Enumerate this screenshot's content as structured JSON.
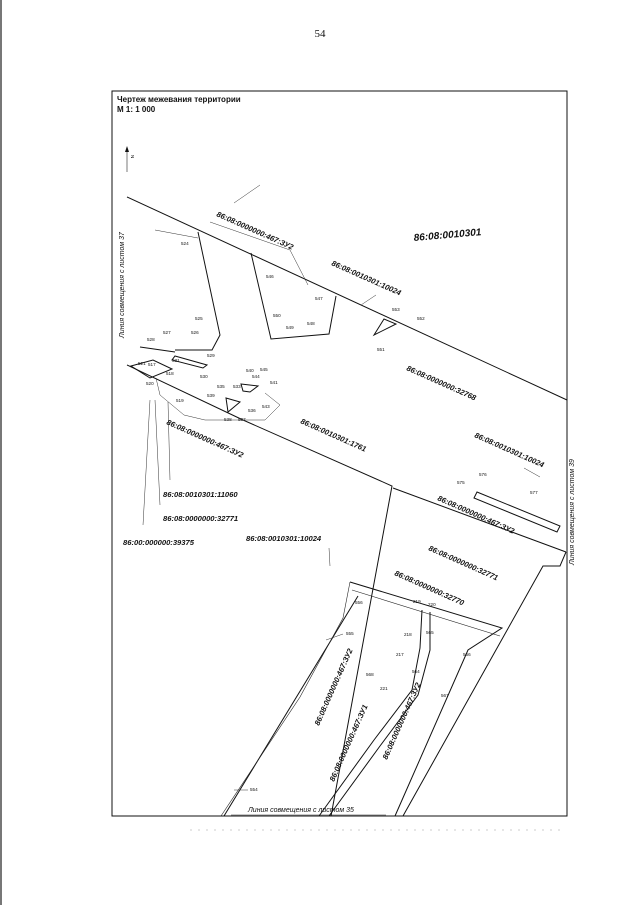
{
  "page_number": "54",
  "title": {
    "line1": "Чертеж межевания территории",
    "line2": "М 1: 1 000"
  },
  "north_label": "N",
  "side_labels": {
    "left": "Линия совмещения с листом 37",
    "right": "Линия совмещения с листом 39",
    "bottom": "Линия совмещения с листом 35"
  },
  "cadastral_labels": {
    "quarter": "86:08:0010301",
    "zu467_top": "86:08:0000000:467:ЗУ2",
    "p10024_top": "86:08:0010301:10024",
    "p32768": "86:08:0000000:32768",
    "p1761": "86:08:0010301:1761",
    "zu467_mid": "86:08:0000000:467:ЗУ2",
    "p11060": "86:08:0010301:11060",
    "p32771_left": "86:08:0000000:32771",
    "p39375": "86:00:000000:39375",
    "p10024_left": "86:08:0010301:10024",
    "p10024_right": "86:08:0010301:10024",
    "zu467_right": "86:08:0000000:467:ЗУ2",
    "p32771_right": "86:08:0000000:32771",
    "p32770": "86:08:0000000:32770",
    "zu467_lower_left": "86:08:0000000:467:ЗУ2",
    "zu1_lower": "86:08:0000000:467:ЗУ1",
    "zu467_lower_right": "86:08:0000000:467:ЗУ2"
  },
  "points": {
    "p524": "524",
    "p525": "525",
    "p526": "526",
    "p527": "527",
    "p528": "528",
    "p529": "529",
    "p530": "530",
    "p531": "531",
    "p517": "517",
    "p518": "518",
    "p519": "519",
    "p520": "520",
    "p521": "521",
    "p533": "533",
    "p535": "535",
    "p536": "536",
    "p537": "537",
    "p538": "538",
    "p539": "539",
    "p540": "540",
    "p541": "541",
    "p543": "543",
    "p544": "544",
    "p545": "545",
    "p546": "546",
    "p547": "547",
    "p548": "548",
    "p549": "549",
    "p550": "550",
    "p551": "551",
    "p552": "552",
    "p553": "553",
    "p575": "575",
    "p576": "576",
    "p577": "577",
    "p554": "554",
    "p555": "555",
    "p556": "556",
    "p217": "217",
    "p218": "218",
    "p219": "219",
    "p220": "220",
    "p221": "221",
    "p564": "564",
    "p565": "565",
    "p566": "566",
    "p567": "567",
    "p568": "568"
  }
}
